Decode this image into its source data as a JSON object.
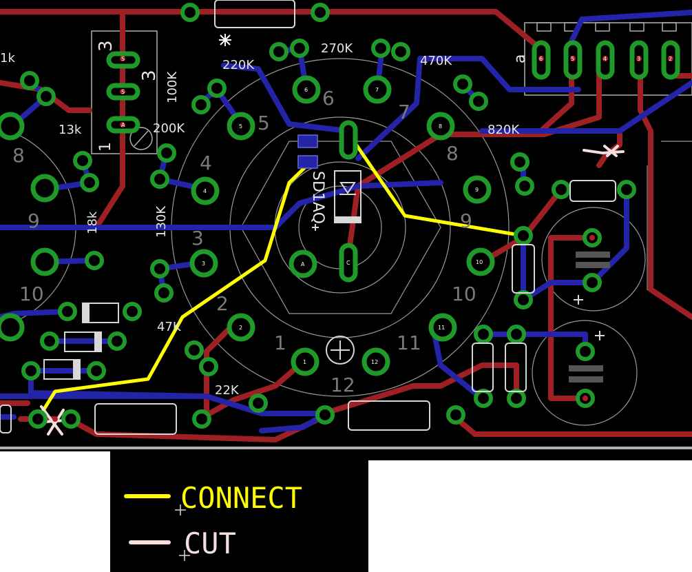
{
  "colors": {
    "background": "#000000",
    "top_copper": "#9e1f24",
    "bottom_copper": "#2424a8",
    "pad": "#1f9a2a",
    "silkscreen": "#d8d8d8",
    "connect": "#ffff00",
    "cut": "#f5dede"
  },
  "legend": {
    "connect_label": "CONNECT",
    "cut_label": "CUT"
  },
  "labels": {
    "r_1k": "1k",
    "r_13k": "13k",
    "r_18k": "18k",
    "r_130k": "130K",
    "r_100k": "100K",
    "r_200k": "200K",
    "r_220k": "220K",
    "r_270k": "270K",
    "r_470k": "470K",
    "r_820k": "820K",
    "r_47k": "47K",
    "r_22k": "22K",
    "diode_part": "SD1AQ",
    "trim_top": "3",
    "trim_mid": "3",
    "trim_bot": "1",
    "conn_pin_a": "a"
  },
  "switch_numbers": [
    "1",
    "2",
    "3",
    "4",
    "5",
    "6",
    "7",
    "8",
    "9",
    "10",
    "11",
    "12"
  ],
  "left_switch_numbers": [
    "8",
    "9",
    "10"
  ],
  "pad_numbers": {
    "p1": "1",
    "p2": "2",
    "p3": "3",
    "p4": "4",
    "p5": "5",
    "p6": "6",
    "p7": "7",
    "p8": "8",
    "p9": "9",
    "p10": "10",
    "p11": "11",
    "p12": "12",
    "pa": "A",
    "pc": "C"
  },
  "connector_pins": [
    "6",
    "5",
    "4",
    "3",
    "2"
  ],
  "trimmer_pins": [
    "S",
    "S",
    "A"
  ]
}
